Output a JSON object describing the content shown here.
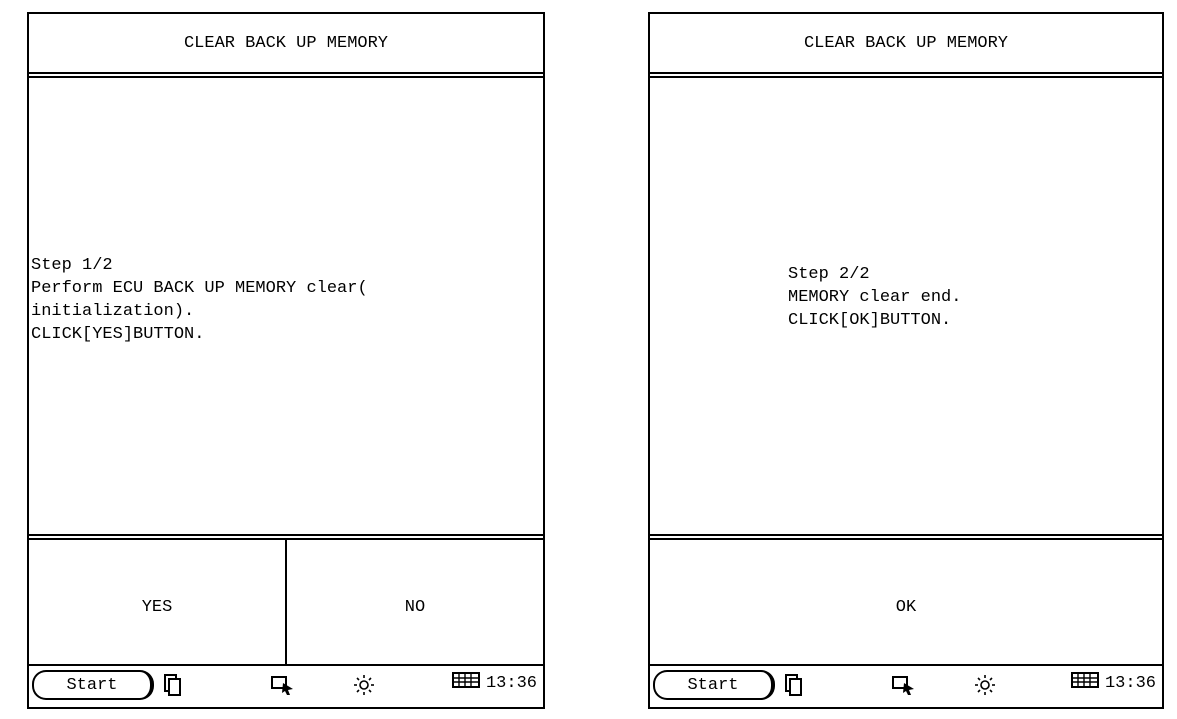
{
  "screens": [
    {
      "title": "CLEAR BACK UP MEMORY",
      "message": "Step 1/2\nPerform ECU BACK UP MEMORY clear(\ninitialization).\nCLICK[YES]BUTTON.",
      "buttons": [
        "YES",
        "NO"
      ],
      "taskbar": {
        "start_label": "Start",
        "time": "13:36"
      }
    },
    {
      "title": "CLEAR BACK UP MEMORY",
      "message": "Step 2/2\nMEMORY clear end.\nCLICK[OK]BUTTON.",
      "buttons": [
        "OK"
      ],
      "taskbar": {
        "start_label": "Start",
        "time": "13:36"
      }
    }
  ],
  "icons": {
    "window_switch": "windows-icon",
    "connection": "pc-connection-icon",
    "brightness": "brightness-icon",
    "keyboard": "keyboard-icon"
  }
}
